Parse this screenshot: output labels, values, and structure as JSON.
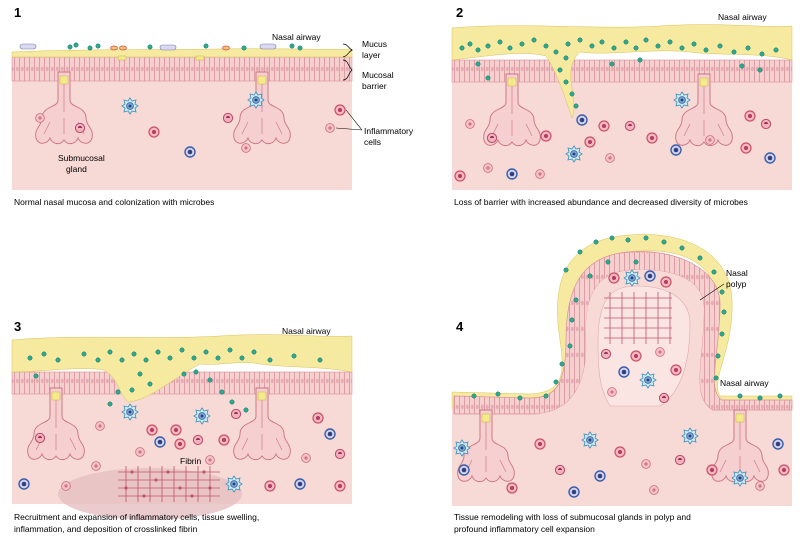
{
  "panels": [
    {
      "number": "1",
      "labels": {
        "airway": "Nasal airway",
        "mucus_1": "Mucus",
        "mucus_2": "layer",
        "barrier_1": "Mucosal",
        "barrier_2": "barrier",
        "inflam_1": "Inflammatory",
        "inflam_2": "cells",
        "gland_1": "Submucosal",
        "gland_2": "gland"
      },
      "caption_1": "Normal nasal mucosa and colonization with microbes",
      "caption_2": ""
    },
    {
      "number": "2",
      "labels": {
        "airway": "Nasal airway"
      },
      "caption_1": "Loss of barrier with increased abundance and decreased diversity of microbes",
      "caption_2": ""
    },
    {
      "number": "3",
      "labels": {
        "airway": "Nasal airway",
        "fibrin": "Fibrin"
      },
      "caption_1": "Recruitment and expansion of inflammatory cells, tissue swelling,",
      "caption_2": "inflammation, and deposition of crosslinked fibrin"
    },
    {
      "number": "4",
      "labels": {
        "airway": "Nasal airway",
        "polyp_1": "Nasal",
        "polyp_2": "polyp"
      },
      "caption_1": "Tissue remodeling with loss of submucosal glands in polyp and",
      "caption_2": "profound inflammatory cell expansion"
    }
  ],
  "colors": {
    "tissue": "#f7d9d6",
    "epithelium": "#f4c6c7",
    "mucus": "#f6e9a0",
    "microbe": "#2aa98f",
    "cell_rim": "#c8526a",
    "cell_blue": "#3a5fa8",
    "fibrin": "#c0566a"
  }
}
